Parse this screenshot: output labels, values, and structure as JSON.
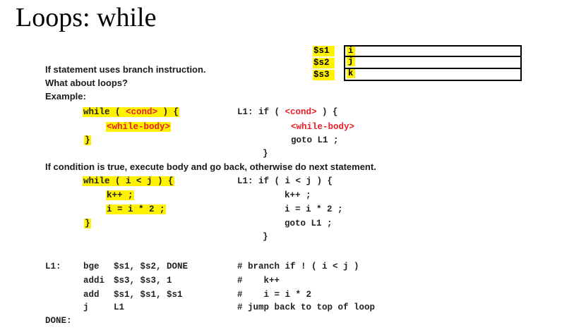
{
  "title": "Loops: while",
  "registers": [
    {
      "name": "$s1",
      "var": "i"
    },
    {
      "name": "$s2",
      "var": "j"
    },
    {
      "name": "$s3",
      "var": "k"
    }
  ],
  "intro": [
    "If statement uses branch instruction.",
    "What about loops?",
    "Example:"
  ],
  "example1": {
    "left": {
      "while_open": "while ( ",
      "cond": "<cond>",
      "while_close": " ) {",
      "body": "<while-body>",
      "close": "}"
    },
    "right": {
      "if_open": "L1: if ( ",
      "cond": "<cond>",
      "if_close": " ) {",
      "body": "<while-body>",
      "goto": "goto L1 ;",
      "close": "}"
    }
  },
  "explanation": "If condition is true, execute body and go back, otherwise do next statement.",
  "example2": {
    "left": {
      "while_line": "while ( i < j ) {",
      "stmt1": "k++ ;",
      "stmt2": "i = i * 2 ;",
      "close": "}"
    },
    "right": {
      "if_line": "L1: if ( i < j ) {",
      "stmt1": "k++ ;",
      "stmt2": "i = i * 2 ;",
      "goto": "goto L1 ;",
      "close": "}"
    }
  },
  "assembly": {
    "label": "L1:",
    "instructions": [
      {
        "op": "bge",
        "args": "$s1, $s2, DONE",
        "comment": "# branch if ! ( i < j )"
      },
      {
        "op": "addi",
        "args": "$s3, $s3, 1",
        "comment": "#    k++"
      },
      {
        "op": "add",
        "args": "$s1, $s1, $s1",
        "comment": "#    i = i * 2"
      },
      {
        "op": "j",
        "args": "L1",
        "comment": "# jump back to top of loop"
      }
    ],
    "done_label": "DONE:"
  },
  "colors": {
    "highlight": "#fff200",
    "red": "#e8202a"
  }
}
